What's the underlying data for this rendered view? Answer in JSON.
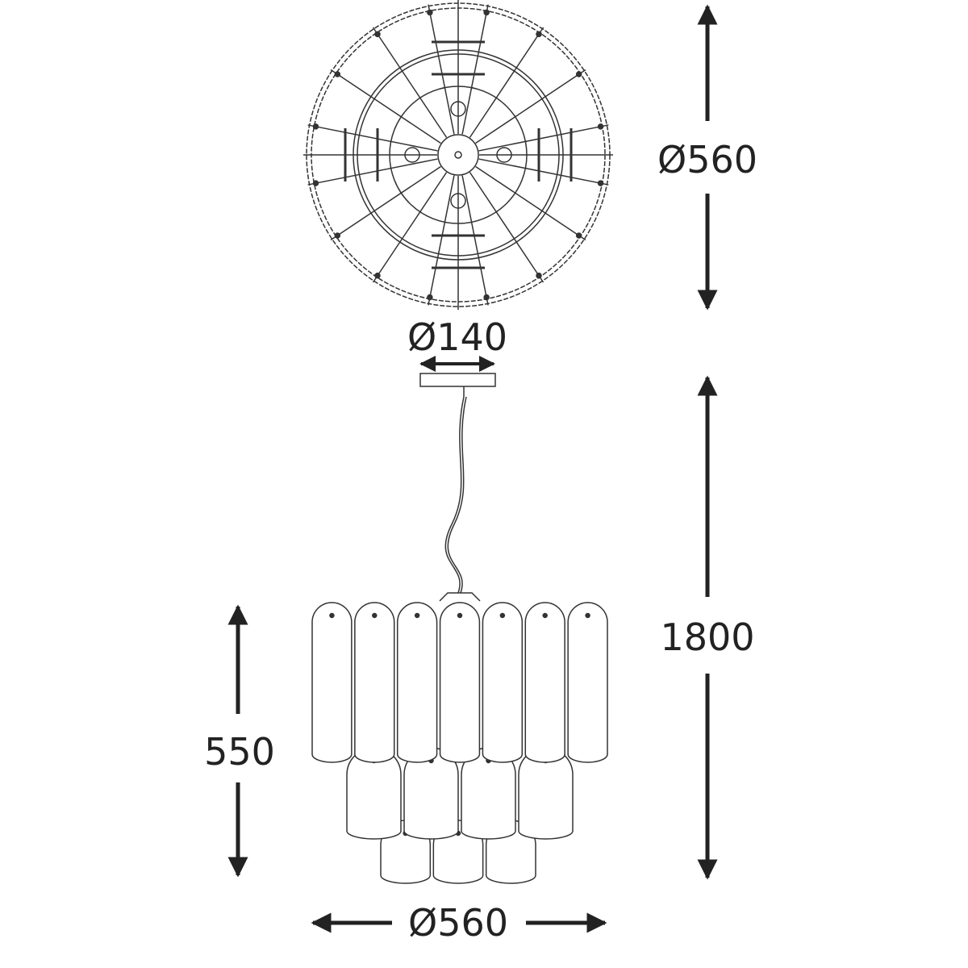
{
  "dimensions": {
    "top_diameter": "Ø560",
    "canopy_diameter": "Ø140",
    "total_height": "1800",
    "body_height": "550",
    "body_diameter": "Ø560"
  },
  "colors": {
    "line": "#222222",
    "background": "#ffffff"
  }
}
